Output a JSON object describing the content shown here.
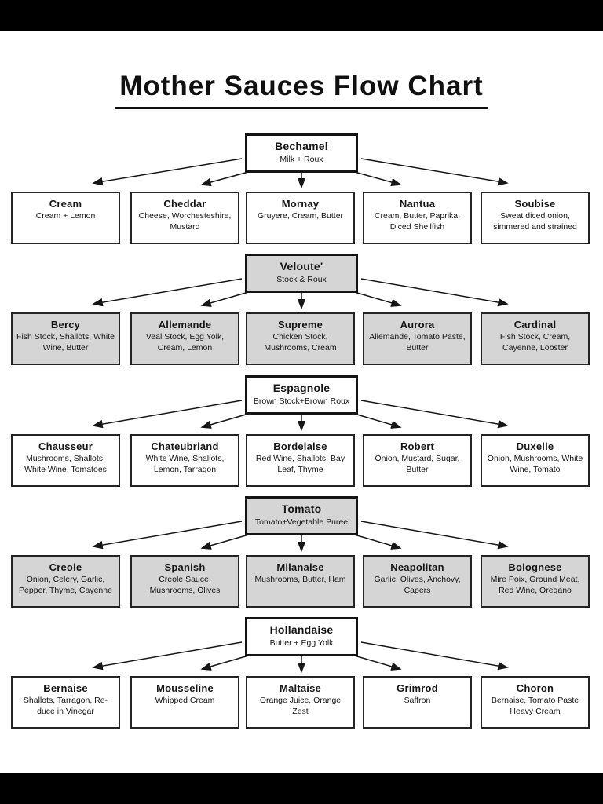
{
  "page": {
    "title": "Mother Sauces Flow Chart"
  },
  "colors": {
    "letterbox": "#000000",
    "shaded_box_fill": "#d5d5d5",
    "plain_box_fill": "#ffffff",
    "border": "#161616",
    "arrow": "#161616"
  },
  "groups": [
    {
      "mother": {
        "name": "Bechamel",
        "ingredients": "Milk + Roux",
        "shaded": false
      },
      "shaded_children": false,
      "children": [
        {
          "name": "Cream",
          "ingredients": "Cream + Lemon"
        },
        {
          "name": "Cheddar",
          "ingredients": "Cheese, Worchesteshire, Mustard"
        },
        {
          "name": "Mornay",
          "ingredients": "Gruyere, Cream, Butter"
        },
        {
          "name": "Nantua",
          "ingredients": "Cream, Butter, Paprika, Diced Shellfish"
        },
        {
          "name": "Soubise",
          "ingredients": "Sweat diced onion, simmered and strained"
        }
      ]
    },
    {
      "mother": {
        "name": "Veloute'",
        "ingredients": "Stock & Roux",
        "shaded": true
      },
      "shaded_children": true,
      "children": [
        {
          "name": "Bercy",
          "ingredients": "Fish Stock, Shallots, White Wine, Butter"
        },
        {
          "name": "Allemande",
          "ingredients": "Veal Stock, Egg Yolk, Cream, Lemon"
        },
        {
          "name": "Supreme",
          "ingredients": "Chicken Stock, Mushrooms, Cream"
        },
        {
          "name": "Aurora",
          "ingredients": "Allemande, Tomato Paste, Butter"
        },
        {
          "name": "Cardinal",
          "ingredients": "Fish Stock, Cream, Cayenne, Lobster"
        }
      ]
    },
    {
      "mother": {
        "name": "Espagnole",
        "ingredients": "Brown Stock+Brown Roux",
        "shaded": false
      },
      "shaded_children": false,
      "children": [
        {
          "name": "Chausseur",
          "ingredients": "Mushrooms, Shallots, White Wine, Tomatoes"
        },
        {
          "name": "Chateubriand",
          "ingredients": "White Wine, Shallots, Lemon, Tarragon"
        },
        {
          "name": "Bordelaise",
          "ingredients": "Red Wine, Shallots, Bay Leaf, Thyme"
        },
        {
          "name": "Robert",
          "ingredients": "Onion, Mustard, Sugar, Butter"
        },
        {
          "name": "Duxelle",
          "ingredients": "Onion, Mushrooms, White Wine, Tomato"
        }
      ]
    },
    {
      "mother": {
        "name": "Tomato",
        "ingredients": "Tomato+Vegetable Puree",
        "shaded": true
      },
      "shaded_children": true,
      "children": [
        {
          "name": "Creole",
          "ingredients": "Onion, Celery, Garlic, Pepper, Thyme, Cayenne"
        },
        {
          "name": "Spanish",
          "ingredients": "Creole Sauce, Mushrooms, Olives"
        },
        {
          "name": "Milanaise",
          "ingredients": "Mushrooms, Butter, Ham"
        },
        {
          "name": "Neapolitan",
          "ingredients": "Garlic, Olives, Anchovy, Capers"
        },
        {
          "name": "Bolognese",
          "ingredients": "Mire Poix, Ground Meat, Red Wine, Oregano"
        }
      ]
    },
    {
      "mother": {
        "name": "Hollandaise",
        "ingredients": "Butter + Egg Yolk",
        "shaded": false
      },
      "shaded_children": false,
      "children": [
        {
          "name": "Bernaise",
          "ingredients": "Shallots, Tarragon, Re-duce in Vinegar"
        },
        {
          "name": "Mousseline",
          "ingredients": "Whipped Cream"
        },
        {
          "name": "Maltaise",
          "ingredients": "Orange Juice, Orange Zest"
        },
        {
          "name": "Grimrod",
          "ingredients": "Saffron"
        },
        {
          "name": "Choron",
          "ingredients": "Bernaise, Tomato Paste Heavy Cream"
        }
      ]
    }
  ]
}
